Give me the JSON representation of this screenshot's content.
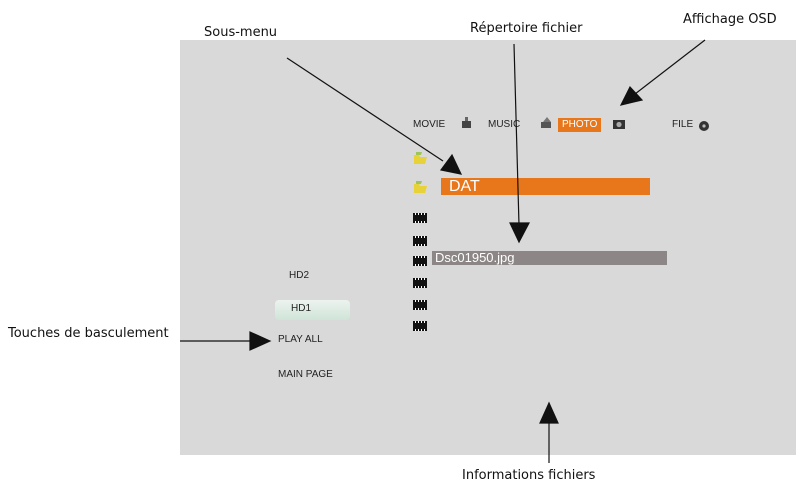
{
  "callouts": {
    "submenu": "Sous-menu",
    "file_directory": "Répertoire fichier",
    "osd": "Affichage OSD",
    "toggle_keys": "Touches de basculement",
    "file_info": "Informations fichiers"
  },
  "tabs": {
    "movie": "MOVIE",
    "music": "MUSIC",
    "photo": "PHOTO",
    "file": "FILE"
  },
  "file_list": {
    "selected_folder": "DAT",
    "selected_file": "Dsc01950.jpg"
  },
  "menu": {
    "hd2": "HD2",
    "hd1": "HD1",
    "play_all": "PLAY ALL",
    "main_page": "MAIN PAGE"
  },
  "colors": {
    "accent_orange": "#e8761a",
    "file_highlight": "#8c8686",
    "screen_bg": "#d9d9d9"
  }
}
